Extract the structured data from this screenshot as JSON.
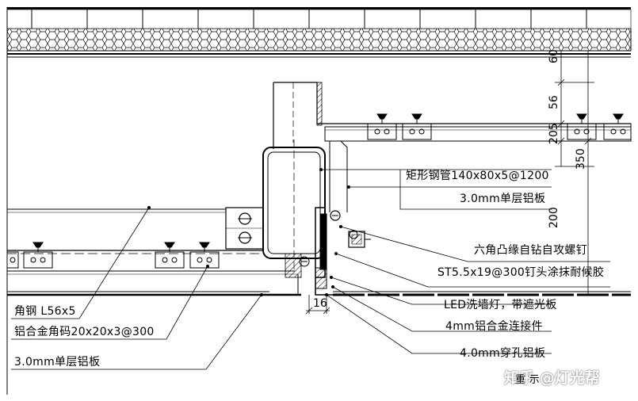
{
  "annotations": {
    "rect_tube": "矩形钢管140x80x5@1200",
    "panel_30_right": "3.0mm单层铝板",
    "hex_screw_1": "六角凸缘自钻自攻螺钉",
    "hex_screw_2": "ST5.5x19@300钉头涂抹耐候胶",
    "led": "LED洗墙灯，带遮光板",
    "connector": "4mm铝合金连接件",
    "perforated": "4.0mm穿孔铝板",
    "angle_steel": "角钢 L56x5",
    "alu_angle": "铝合金角码20x20x3@300",
    "panel_30_left": "3.0mm单层铝板"
  },
  "dimensions": {
    "d60": "60",
    "d56": "56",
    "d205": "205",
    "d350": "350",
    "d200": "200",
    "d16": "16"
  },
  "watermark": "知乎 @灯光帮",
  "bottom_tag": "重 示"
}
